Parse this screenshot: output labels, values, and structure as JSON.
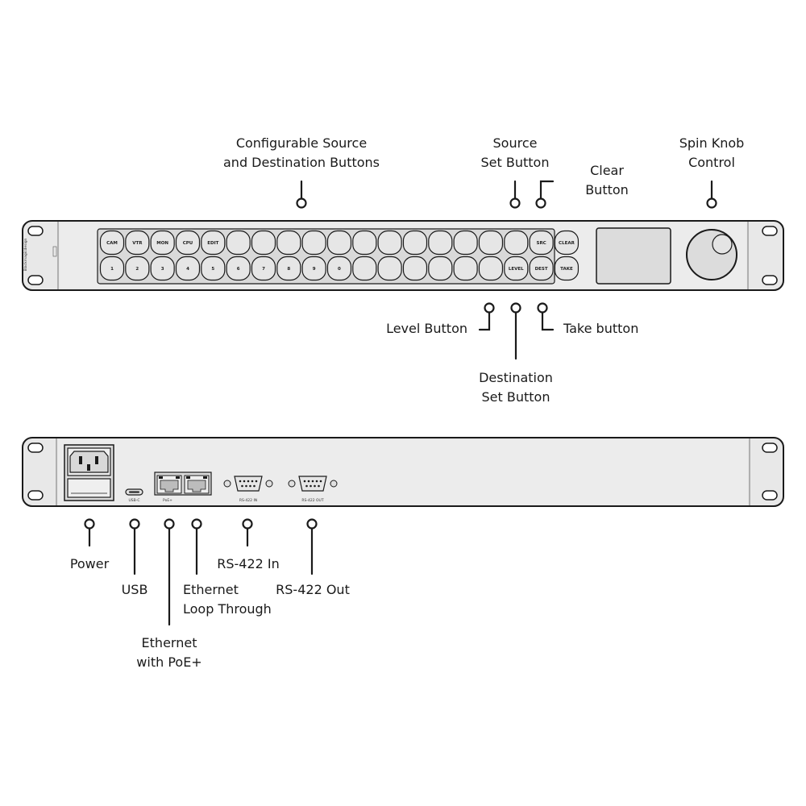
{
  "front_panel": {
    "brand": "Blackmagicdesign",
    "buttons_top": [
      "CAM",
      "VTR",
      "MON",
      "CPU",
      "EDIT",
      "",
      "",
      "",
      "",
      "",
      "",
      "",
      "",
      "",
      "",
      "",
      "",
      "SRC",
      "CLEAR"
    ],
    "buttons_bottom": [
      "1",
      "2",
      "3",
      "4",
      "5",
      "6",
      "7",
      "8",
      "9",
      "0",
      "",
      "",
      "",
      "",
      "",
      "",
      "LEVEL",
      "DEST",
      "TAKE"
    ]
  },
  "rear_panel": {
    "port_usb": "USB-C",
    "port_poe": "PoE+",
    "port_rs422_in": "RS-422 IN",
    "port_rs422_out": "RS-422 OUT"
  },
  "callouts": {
    "configurable": [
      "Configurable Source",
      "and Destination Buttons"
    ],
    "source_set": [
      "Source",
      "Set Button"
    ],
    "clear": [
      "Clear",
      "Button"
    ],
    "spin_knob": [
      "Spin Knob",
      "Control"
    ],
    "level": "Level Button",
    "take": "Take button",
    "destination_set": [
      "Destination",
      "Set Button"
    ],
    "power": "Power",
    "usb": "USB",
    "ethernet_loop": [
      "Ethernet",
      "Loop Through"
    ],
    "rs422_in": "RS-422 In",
    "rs422_out": "RS-422 Out",
    "ethernet_poe": [
      "Ethernet",
      "with PoE+"
    ]
  }
}
